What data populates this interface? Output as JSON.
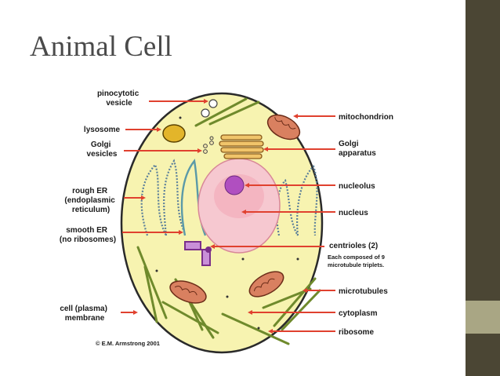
{
  "title": "Animal Cell",
  "colors": {
    "accent_bar": "#4b4634",
    "accent_block": "#a9a684",
    "cytoplasm": "#f7f3b0",
    "arrow": "#e0412f",
    "nucleus": "#f6c8d0",
    "nucleolus": "#b04fc0",
    "mitochondrion": "#d98060"
  },
  "labels_left": {
    "pinocytotic": [
      "pinocytotic",
      "vesicle"
    ],
    "lysosome": [
      "lysosome"
    ],
    "golgi_vesicles": [
      "Golgi",
      "vesicles"
    ],
    "rough_er": [
      "rough ER",
      "(endoplasmic",
      "reticulum)"
    ],
    "smooth_er": [
      "smooth ER",
      "(no ribosomes)"
    ],
    "cell_membrane": [
      "cell (plasma)",
      "membrane"
    ]
  },
  "labels_right": {
    "mitochondrion": [
      "mitochondrion"
    ],
    "golgi_apparatus": [
      "Golgi",
      "apparatus"
    ],
    "nucleolus": [
      "nucleolus"
    ],
    "nucleus": [
      "nucleus"
    ],
    "centrioles": [
      "centrioles (2)"
    ],
    "centrioles_note": [
      "Each composed of 9",
      "microtubule triplets."
    ],
    "microtubules": [
      "microtubules"
    ],
    "cytoplasm": [
      "cytoplasm"
    ],
    "ribosome": [
      "ribosome"
    ]
  },
  "copyright": "© E.M. Armstrong 2001"
}
